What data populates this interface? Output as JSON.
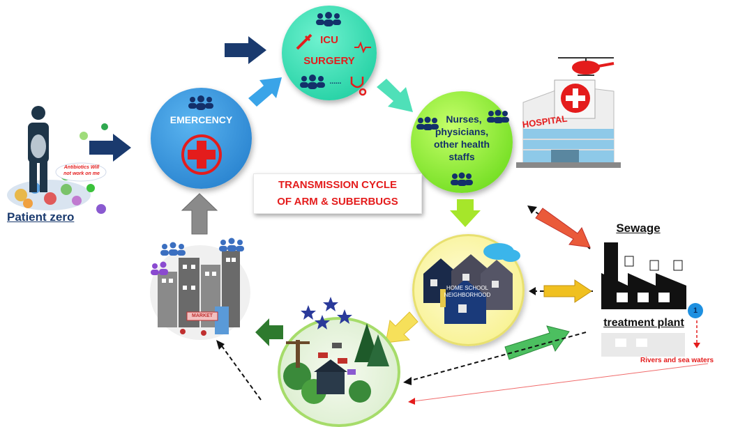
{
  "patient": {
    "label": "Patient zero",
    "bubble_line1": "Antibiotics Will",
    "bubble_line2": "not work on me"
  },
  "nodes": {
    "emergency": "EMERCENCY",
    "icu": "ICU",
    "surgery": "SURGERY",
    "icu_more": "......",
    "staff_line1": "Nurses,",
    "staff_line2": "physicians,",
    "staff_line3": "other health",
    "staff_line4": "staffs",
    "hospital_sign": "HOSPITAL",
    "community_line1": "HOME SCHOOL",
    "community_line2": "NEIGHBORHOOD",
    "market_sign": "MARKET",
    "sewage": "Sewage",
    "treatment_plant": "treatment plant",
    "rivers": "Rivers and sea waters",
    "plant_badge": "1"
  },
  "title": {
    "line1": "TRANSMISSION CYCLE",
    "line2": "OF ARM & SUBERBUGS"
  },
  "colors": {
    "blue_circle": "#2a90d9",
    "teal_circle": "#1fe0b0",
    "green_circle": "#8ee820",
    "dark_arrow": "#1a3a6e",
    "red": "#e41c1c",
    "title_red": "#e41c1c"
  }
}
